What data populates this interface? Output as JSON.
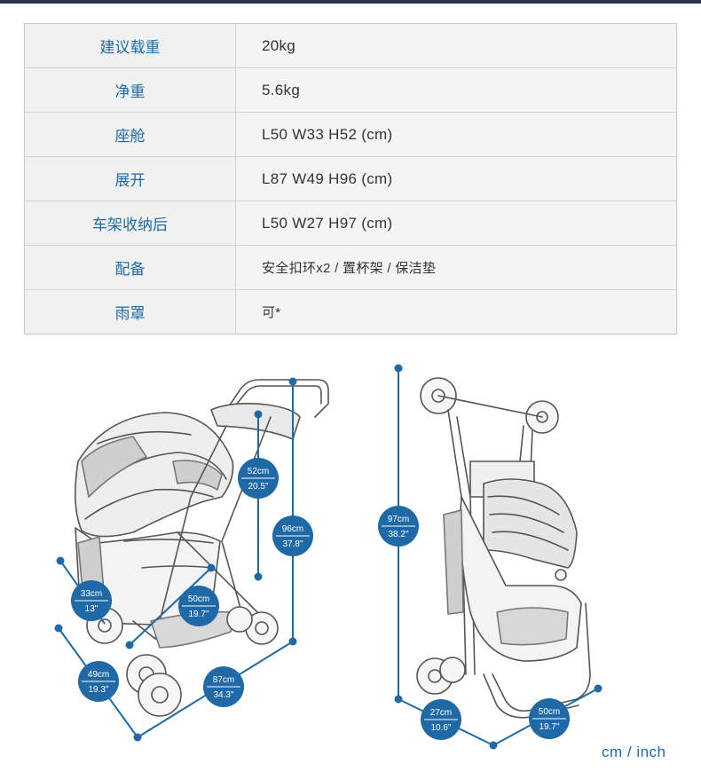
{
  "specs": [
    {
      "label": "建议载重",
      "value": "20kg"
    },
    {
      "label": "净重",
      "value": "5.6kg"
    },
    {
      "label": "座舱",
      "value": "L50 W33 H52 (cm)"
    },
    {
      "label": "展开",
      "value": "L87 W49 H96 (cm)"
    },
    {
      "label": "车架收纳后",
      "value": "L50 W27 H97 (cm)"
    },
    {
      "label": "配备",
      "value": "安全扣环x2 / 置杯架 / 保洁垫"
    },
    {
      "label": "雨罩",
      "value": "可*"
    }
  ],
  "dimensions": {
    "seat_height": {
      "cm": "52cm",
      "inch": "20.5\""
    },
    "total_height": {
      "cm": "96cm",
      "inch": "37.8\""
    },
    "seat_width": {
      "cm": "33cm",
      "inch": "13\""
    },
    "seat_length": {
      "cm": "50cm",
      "inch": "19.7\""
    },
    "total_width": {
      "cm": "49cm",
      "inch": "19.3\""
    },
    "total_length": {
      "cm": "87cm",
      "inch": "34.3\""
    },
    "folded_height": {
      "cm": "97cm",
      "inch": "38.2\""
    },
    "folded_width": {
      "cm": "27cm",
      "inch": "10.6\""
    },
    "folded_length": {
      "cm": "50cm",
      "inch": "19.7\""
    }
  },
  "units_label": "cm / inch",
  "colors": {
    "accent": "#1f6aa6",
    "badge": "#1f6aa6",
    "label_text": "#1f6aa6",
    "value_text": "#333333"
  }
}
